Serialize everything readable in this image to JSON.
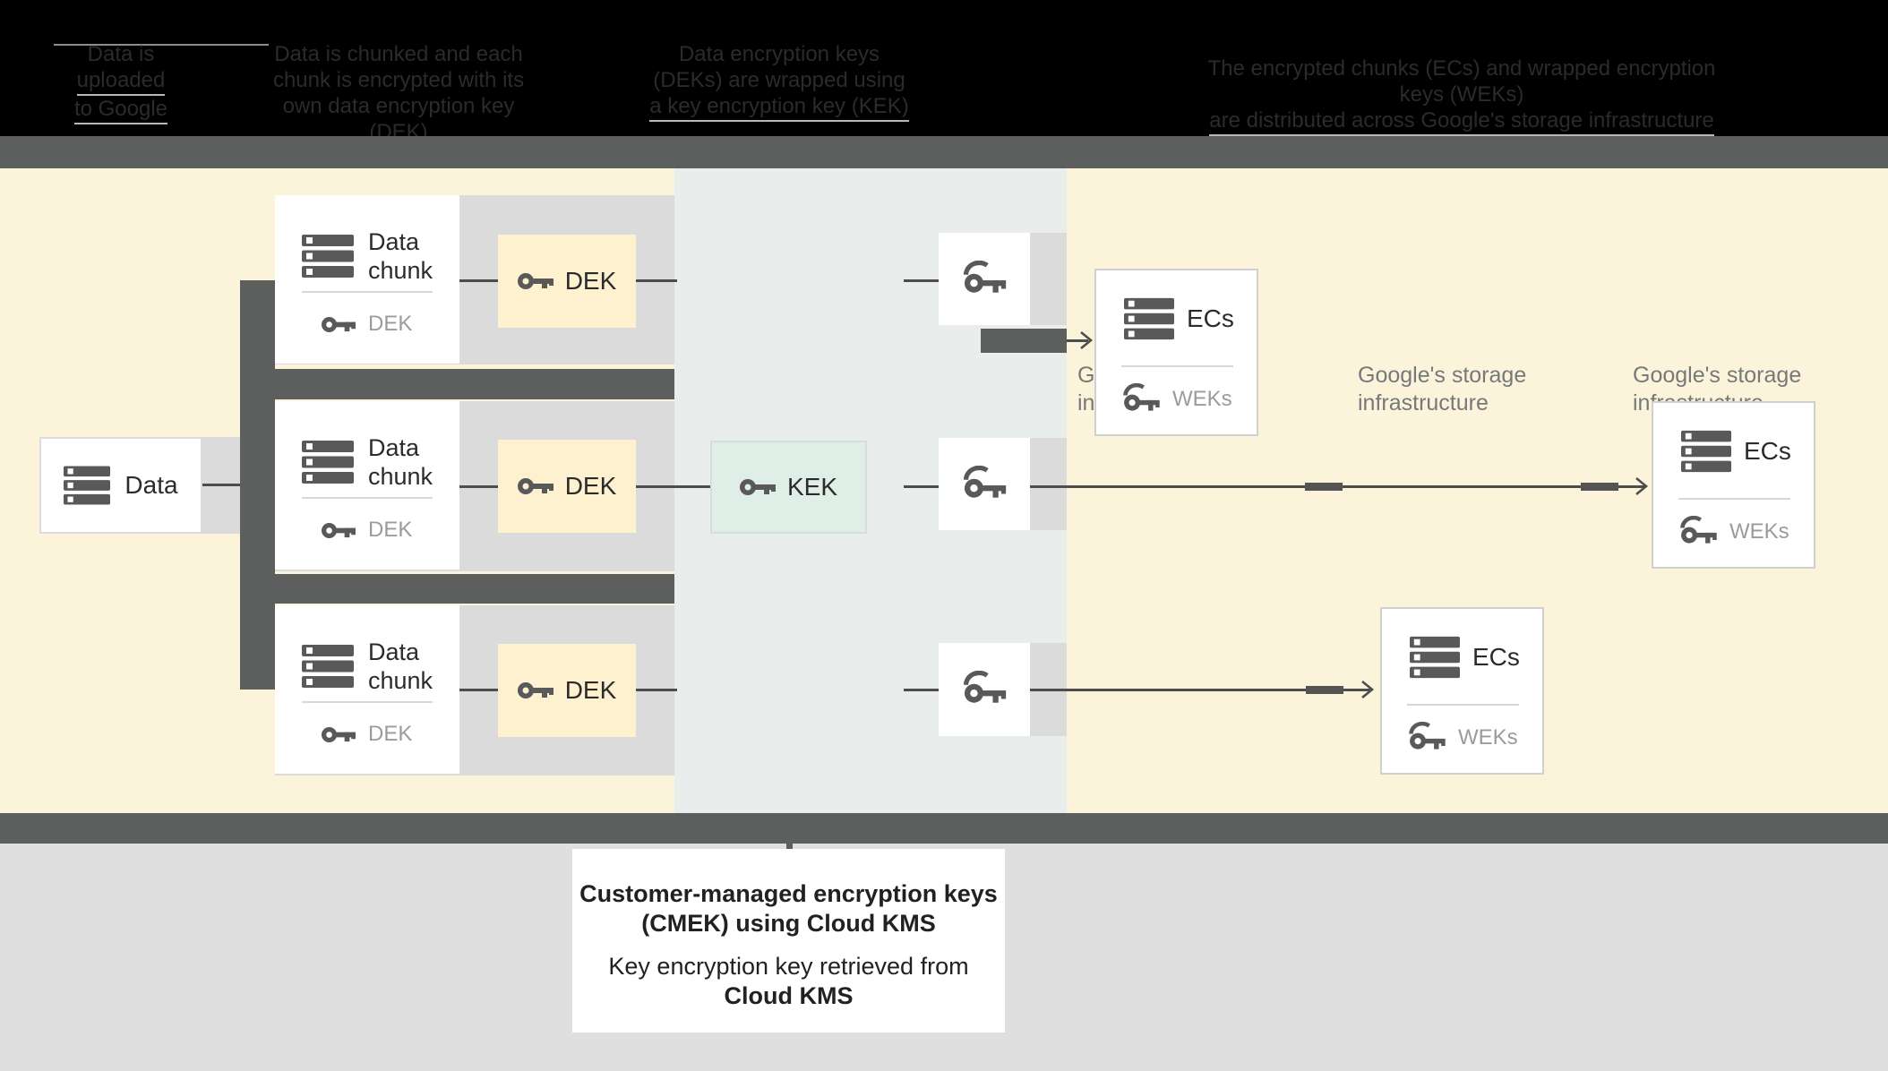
{
  "legend": {
    "col1": {
      "l1": "Data is",
      "l2": "uploaded",
      "l3": "to Google"
    },
    "col2": {
      "l1": "Data is chunked and each",
      "l2": "chunk is encrypted with its",
      "l3": "own data encryption key (DEK)"
    },
    "col3": {
      "l1": "Data encryption keys",
      "l2": "(DEKs) are wrapped using",
      "l3": "a key encryption key (KEK)"
    },
    "col4": {
      "l1": "The encrypted chunks (ECs) and wrapped encryption keys (WEKs)",
      "l2": "are distributed across Google's storage infrastructure"
    }
  },
  "diagram": {
    "data_label": "Data",
    "chunk": {
      "line1": "Data",
      "line2": "chunk",
      "key_label": "DEK"
    },
    "dek_label": "DEK",
    "kek_label": "KEK",
    "ecs": {
      "title": "ECs",
      "key_label": "WEKs"
    },
    "storage": {
      "line1": "Google's storage",
      "line2": "infrastructure"
    }
  },
  "caption": {
    "line1": "Customer-managed encryption keys",
    "line2": "(CMEK) using Cloud KMS",
    "line3": "Key encryption key retrieved from",
    "line4": "Cloud KMS"
  },
  "colors": {
    "background_cream": "#fbf4db",
    "kms_panel": "#e9edeb",
    "row_band": "#dbdbdb",
    "dark_bar": "#5d5e5e",
    "dek_fill": "#fdf1d0",
    "kek_fill": "#dfeee6",
    "footer": "#dfdfdf",
    "line": "#4d4d4d",
    "icon": "#595959",
    "muted_label": "#9b9b9b",
    "storage_label": "#77787a"
  }
}
